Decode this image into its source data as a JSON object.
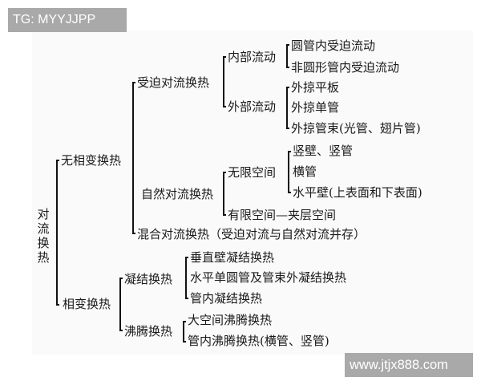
{
  "watermarks": {
    "top": "TG: MYYJJPP",
    "bottom": "www.jtjx888.com"
  },
  "tree": {
    "root": "对流换热",
    "no_phase_change": {
      "label": "无相变换热",
      "forced": {
        "label": "受迫对流换热",
        "internal": {
          "label": "内部流动",
          "items": [
            "圆管内受迫流动",
            "非圆形管内受迫流动"
          ]
        },
        "external": {
          "label": "外部流动",
          "items": [
            "外掠平板",
            "外掠单管",
            "外掠管束(光管、翅片管)"
          ]
        }
      },
      "natural": {
        "label": "自然对流换热",
        "infinite": {
          "label": "无限空间",
          "items": [
            "竖壁、竖管",
            "横管",
            "水平壁(上表面和下表面)"
          ]
        },
        "finite": {
          "label": "有限空间—夹层空间"
        }
      },
      "mixed": {
        "label": "混合对流换热（受迫对流与自然对流并存）"
      }
    },
    "phase_change": {
      "label": "相变换热",
      "condensation": {
        "label": "凝结换热",
        "items": [
          "垂直壁凝结换热",
          "水平单圆管及管束外凝结换热",
          "管内凝结换热"
        ]
      },
      "boiling": {
        "label": "沸腾换热",
        "items": [
          "大空间沸腾换热",
          "管内沸腾换热(横管、竖管)"
        ]
      }
    }
  }
}
